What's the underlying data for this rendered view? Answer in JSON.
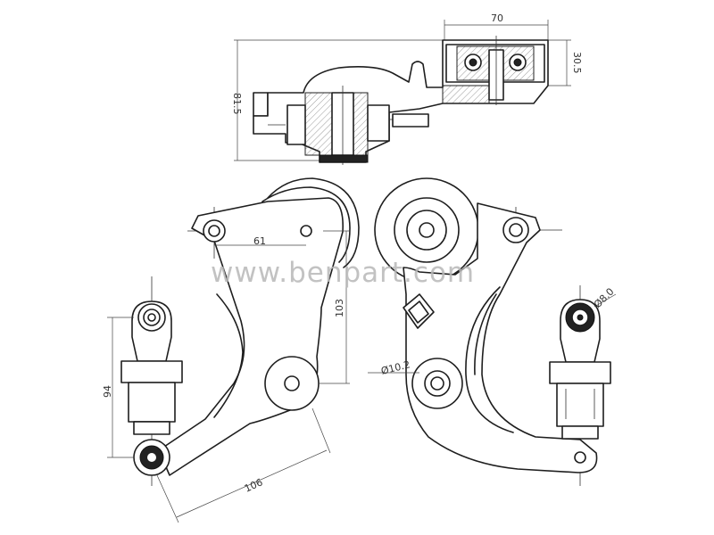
{
  "watermark": "www.benpart.com",
  "dimensions": {
    "top_width": "70",
    "top_height_right": "30.5",
    "top_height_left": "81.5",
    "left_arm_horizontal": "61",
    "left_arm_vertical": "103",
    "left_damper_length": "94",
    "left_arm_diagonal": "106",
    "right_hole_diameter": "Ø10.2",
    "right_eye_diameter": "Ø8.0"
  },
  "colors": {
    "line": "#1e1e1e",
    "watermark": "#b8b8b8",
    "background": "#ffffff"
  }
}
